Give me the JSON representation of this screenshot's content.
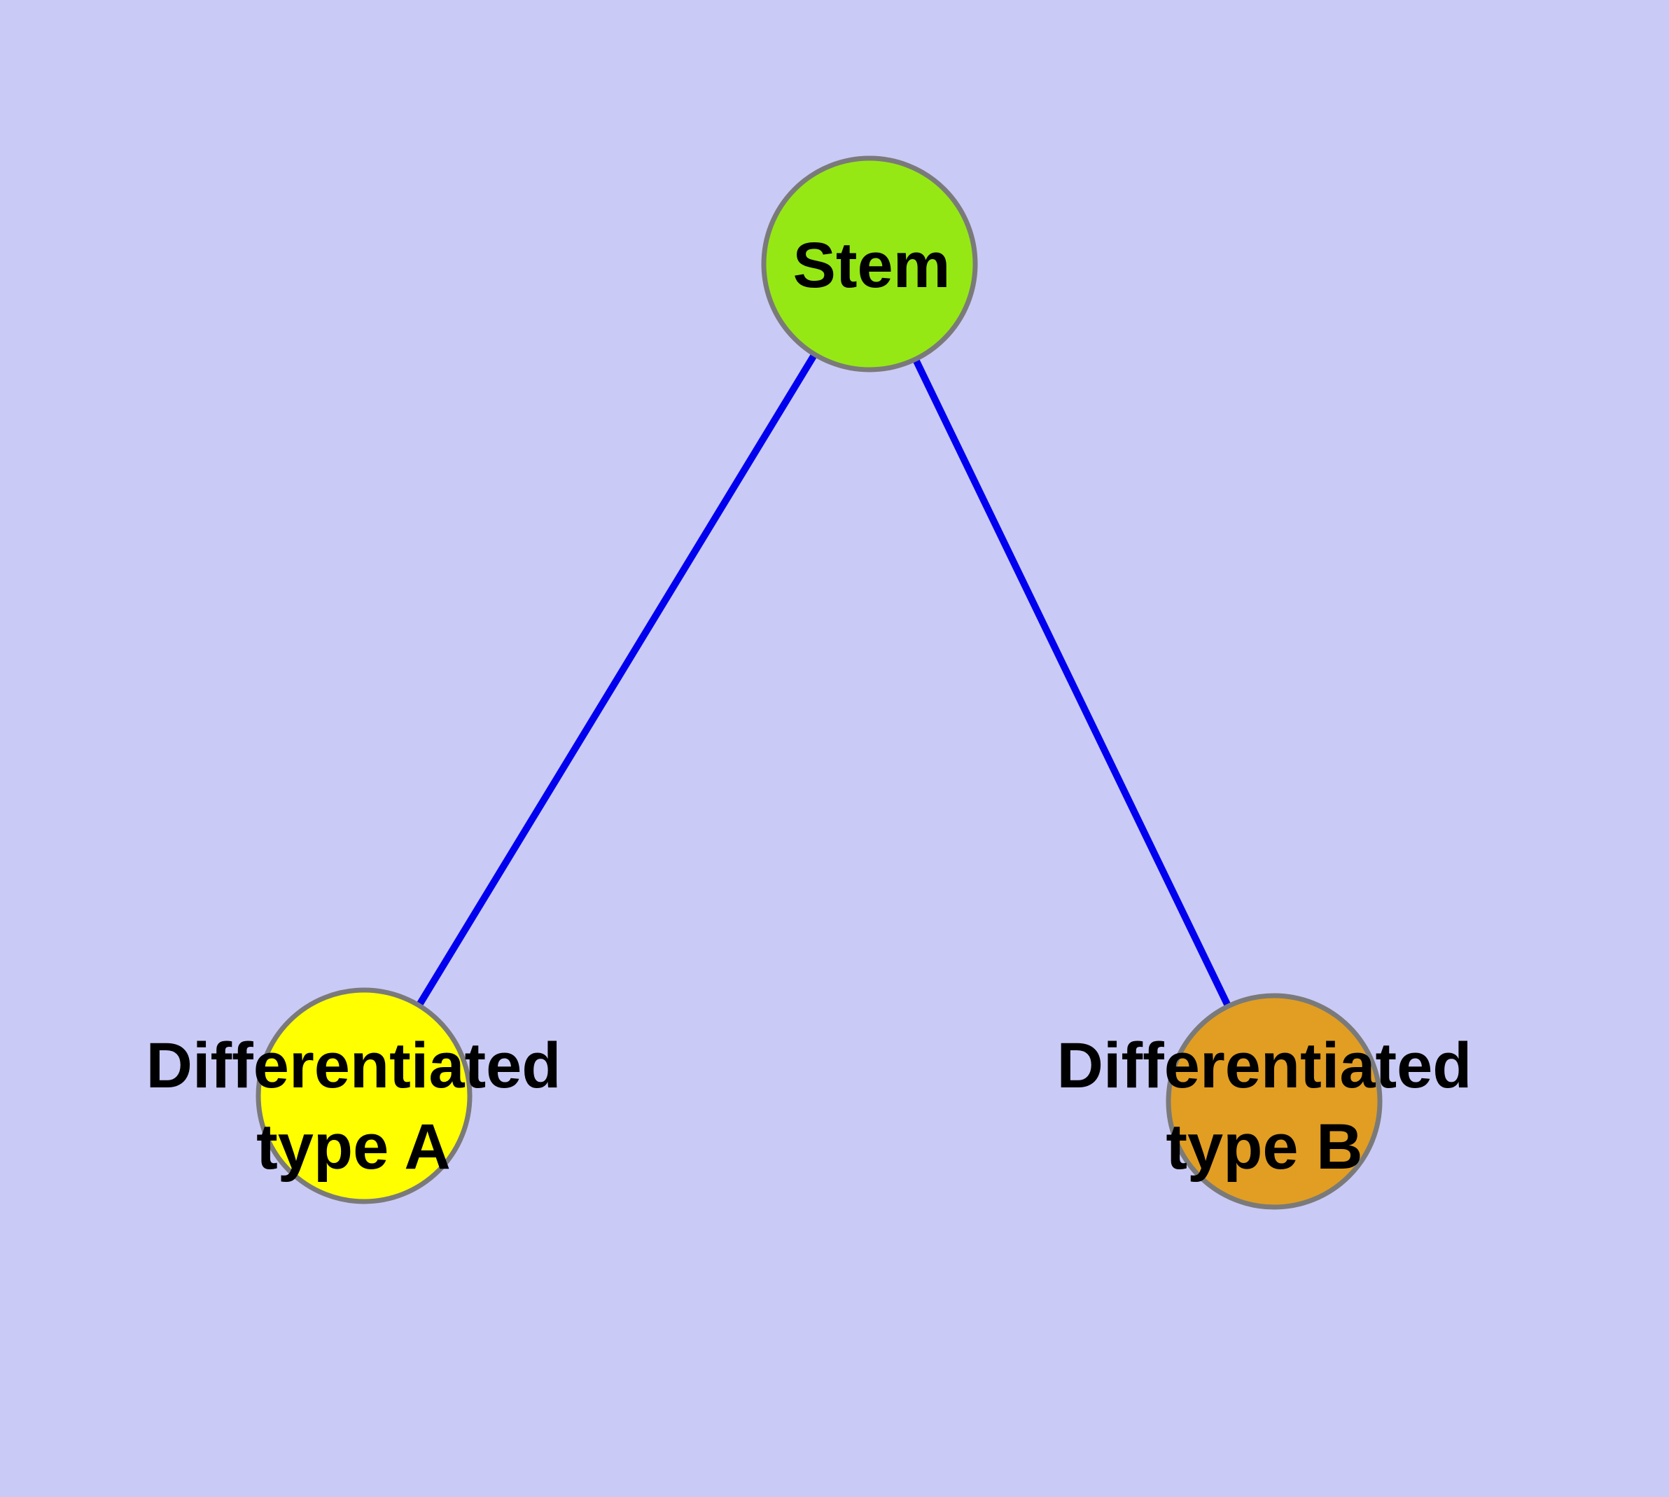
{
  "diagram": {
    "background_color": "#cacaf6",
    "edge_color": "#0000ee",
    "node_border_color": "#7a7a7a",
    "text_color": "#000000",
    "nodes": {
      "stem": {
        "label": "Stem",
        "fill_color": "#96e814"
      },
      "type_a": {
        "label": "Differentiated type A",
        "label_lines": [
          "Differentiated",
          "type A"
        ],
        "fill_color": "#ffff00"
      },
      "type_b": {
        "label": "Differentiated type B",
        "label_lines": [
          "Differentiated",
          "type B"
        ],
        "fill_color": "#e29e22"
      }
    },
    "edges": [
      {
        "from": "stem",
        "to": "type_a"
      },
      {
        "from": "stem",
        "to": "type_b"
      }
    ]
  }
}
